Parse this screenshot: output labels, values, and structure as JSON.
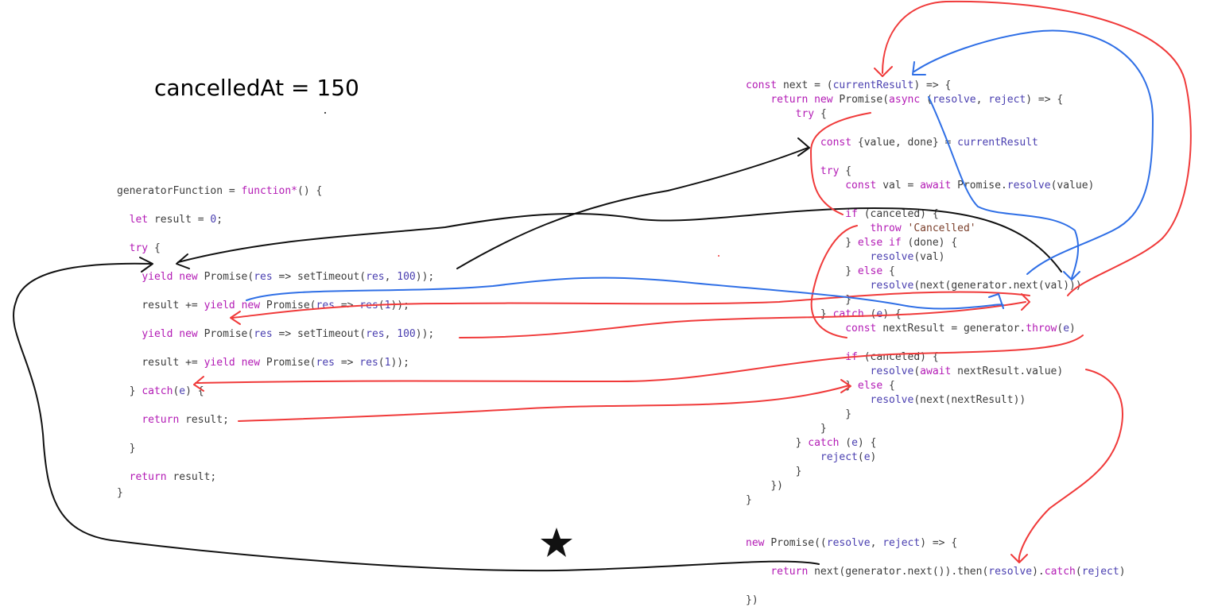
{
  "title": "cancelledAt = 150",
  "left_code": [
    "generatorFunction = function*() {",
    "  let result = 0;",
    "  try {",
    "    yield new Promise(res => setTimeout(res, 100));",
    "    result += yield new Promise(res => res(1));",
    "    yield new Promise(res => setTimeout(res, 100));",
    "    result += yield new Promise(res => res(1));",
    "  } catch(e) {",
    "    return result;",
    "  }",
    "  return result;",
    "}"
  ],
  "right_code": [
    "const next = (currentResult) => {",
    "    return new Promise(async (resolve, reject) => {",
    "        try {",
    "            const {value, done} = currentResult",
    "            try {",
    "                const val = await Promise.resolve(value)",
    "                if (canceled) {",
    "                    throw 'Cancelled'",
    "                } else if (done) {",
    "                    resolve(val)",
    "                } else {",
    "                    resolve(next(generator.next(val)))",
    "                }",
    "            } catch (e) {",
    "                const nextResult = generator.throw(e)",
    "                if (canceled) {",
    "                    resolve(await nextResult.value)",
    "                } else {",
    "                    resolve(next(nextResult))",
    "                }",
    "            }",
    "        } catch (e) {",
    "            reject(e)",
    "        }",
    "    })",
    "}",
    "new Promise((resolve, reject) => {",
    "    return next(generator.next()).then(resolve).catch(reject)",
    "})"
  ],
  "colors": {
    "black_arrow": "#111111",
    "red_arrow": "#f03a3a",
    "blue_arrow": "#2f6fe6"
  }
}
